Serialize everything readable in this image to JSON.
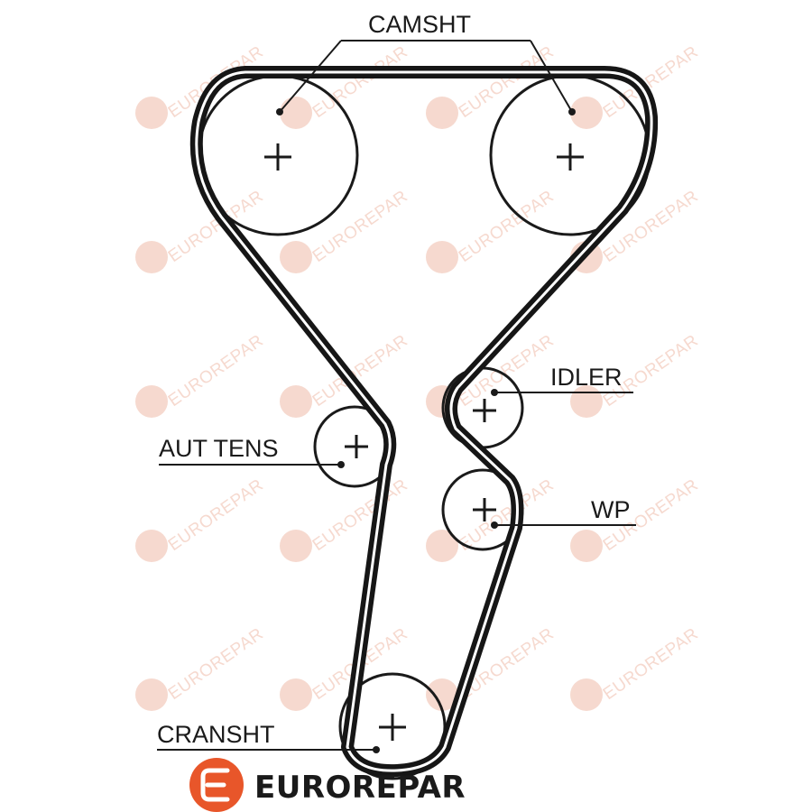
{
  "labels": {
    "camshaft": "CAMSHT",
    "idler": "IDLER",
    "tensioner": "AUT TENS",
    "water_pump": "WP",
    "crankshaft": "CRANSHT"
  },
  "brand": {
    "name": "EUROREPAR",
    "accent_color": "#e8562a",
    "watermark_color": "#f3cdbf",
    "watermark_text": "EUROREPAR"
  },
  "diagram_colors": {
    "belt": "#161616",
    "pulley_outline": "#1a1a1a"
  }
}
